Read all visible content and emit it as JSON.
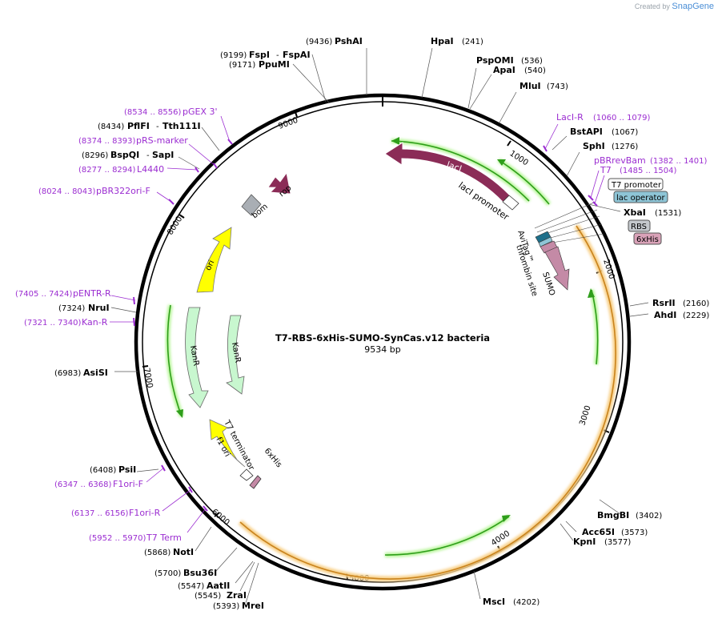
{
  "watermark": {
    "prefix": "Created by",
    "brand": "SnapGene"
  },
  "plasmid": {
    "name": "T7-RBS-6xHis-SUMO-SynCas.v12 bacteria",
    "size_label": "9534 bp",
    "length": 9534
  },
  "colors": {
    "backbone": "#000000",
    "enzyme_label": "#000000",
    "primer": "#9b2dd1",
    "lacI": "#8b2c57",
    "rop": "#8b2c57",
    "ori": "#ffff00",
    "KanR": "#c8f7cf",
    "SUMO": "#c48aa6",
    "bom": "#a9aeb4",
    "orf_green": "#2e9e1a",
    "orf_orange": "#e8a33c",
    "lac_operator": "#8ec5d6",
    "RBS": "#c4c8cc",
    "sixHis_box": "#d9a2b8"
  },
  "ticks": [
    "1000",
    "2000",
    "3000",
    "4000",
    "5000",
    "6000",
    "7000",
    "8000",
    "9000"
  ],
  "enzymes": [
    {
      "name": "PshAI",
      "pos": "(9436)"
    },
    {
      "name": "HpaI",
      "pos": "(241)"
    },
    {
      "name": "PspOMI",
      "pos": "(536)"
    },
    {
      "name": "ApaI",
      "pos": "(540)"
    },
    {
      "name": "MluI",
      "pos": "(743)"
    },
    {
      "name": "BstAPI",
      "pos": "(1067)"
    },
    {
      "name": "SphI",
      "pos": "(1276)"
    },
    {
      "name": "XbaI",
      "pos": "(1531)"
    },
    {
      "name": "RsrII",
      "pos": "(2160)"
    },
    {
      "name": "AhdI",
      "pos": "(2229)"
    },
    {
      "name": "BmgBI",
      "pos": "(3402)"
    },
    {
      "name": "Acc65I",
      "pos": "(3573)"
    },
    {
      "name": "KpnI",
      "pos": "(3577)"
    },
    {
      "name": "MscI",
      "pos": "(4202)"
    },
    {
      "name": "MreI",
      "pos": "(5393)"
    },
    {
      "name": "ZraI",
      "pos": "(5545)"
    },
    {
      "name": "AatII",
      "pos": "(5547)"
    },
    {
      "name": "Bsu36I",
      "pos": "(5700)"
    },
    {
      "name": "NotI",
      "pos": "(5868)"
    },
    {
      "name": "PsiI",
      "pos": "(6408)"
    },
    {
      "name": "AsiSI",
      "pos": "(6983)"
    },
    {
      "name": "NruI",
      "pos": "(7324)"
    },
    {
      "name": "BspQI",
      "name2": "SapI",
      "pos": "(8296)"
    },
    {
      "name": "PflFI",
      "name2": "Tth111I",
      "pos": "(8434)"
    },
    {
      "name": "PpuMI",
      "pos": "(9171)"
    },
    {
      "name": "FspI",
      "name2": "FspAI",
      "pos": "(9199)"
    }
  ],
  "primers": [
    {
      "name": "LacI-R",
      "range": "(1060 .. 1079)"
    },
    {
      "name": "pBRrevBam",
      "range": "(1382 .. 1401)"
    },
    {
      "name": "T7",
      "range": "(1485 .. 1504)"
    },
    {
      "name": "Kan-R",
      "range": "(7321 .. 7340)"
    },
    {
      "name": "pENTR-R",
      "range": "(7405 .. 7424)"
    },
    {
      "name": "pBR322ori-F",
      "range": "(8024 .. 8043)"
    },
    {
      "name": "L4440",
      "range": "(8277 .. 8294)"
    },
    {
      "name": "pRS-marker",
      "range": "(8374 .. 8393)"
    },
    {
      "name": "pGEX 3'",
      "range": "(8534 .. 8556)"
    },
    {
      "name": "F1ori-F",
      "range": "(6347 .. 6368)"
    },
    {
      "name": "F1ori-R",
      "range": "(6137 .. 6156)"
    },
    {
      "name": "T7 Term",
      "range": "(5952 .. 5970)"
    }
  ],
  "boxes": [
    "T7 promoter",
    "lac operator",
    "RBS",
    "6xHis"
  ],
  "features": [
    "lacI",
    "lacI promoter",
    "rop",
    "bom",
    "ori",
    "KanR",
    "KanR",
    "f1 ori",
    "T7 terminator",
    "6xHis",
    "SUMO",
    "AviTag™",
    "thrombin site"
  ]
}
